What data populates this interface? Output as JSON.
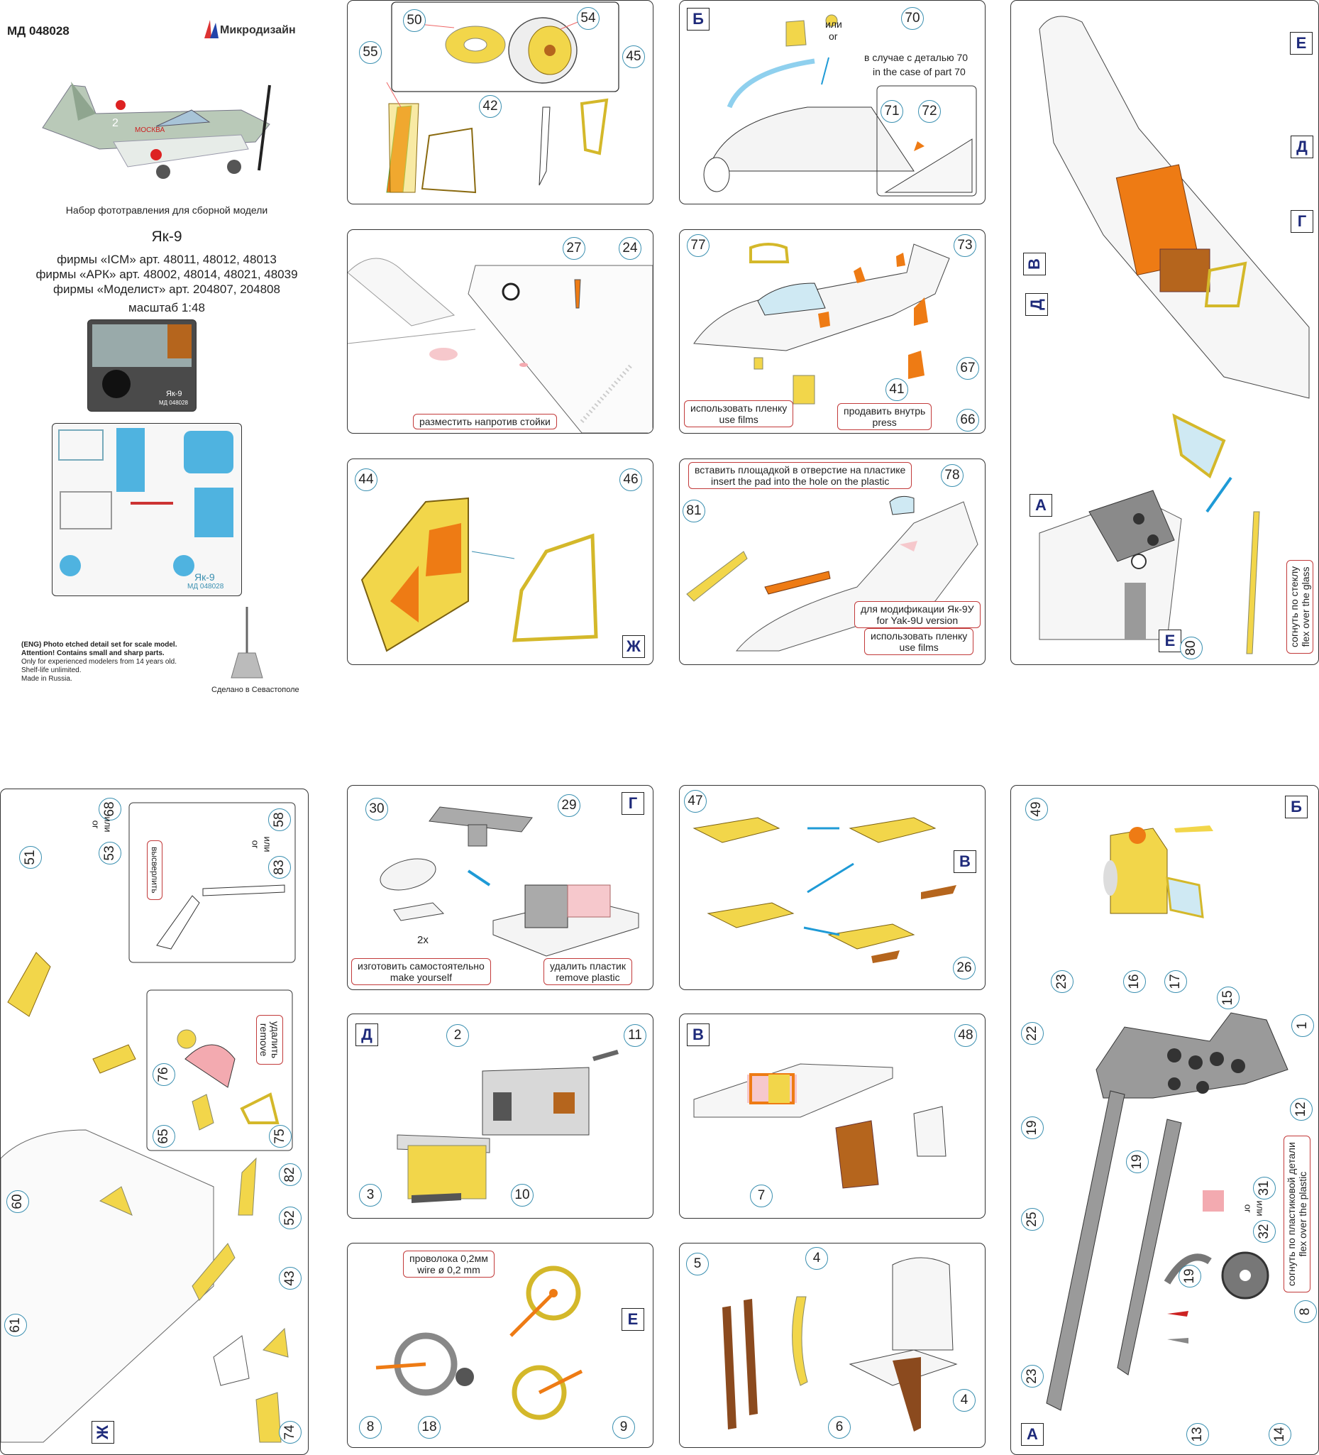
{
  "header": {
    "code": "МД 048028",
    "brand": "Микродизайн",
    "subtitle": "Набор фототравления для сборной модели",
    "model": "Як-9",
    "line1": "фирмы «ICM» арт. 48011, 48012, 48013",
    "line2": "фирмы «АРК» арт. 48002, 48014, 48021, 48039",
    "line3": "фирмы «Моделист» арт. 204807, 204808",
    "scale": "масштаб 1:48",
    "sheet_small_label": "Як-9",
    "sheet_small_code": "МД 048028",
    "sheet_big_label": "Як-9",
    "sheet_big_code": "МД 048028",
    "plane_marking": "МОСКВА",
    "plane_number": "2",
    "made_in": "Сделано в Севастополе"
  },
  "eng_notice": {
    "l1": "(ENG) Photo etched detail set for scale model.",
    "l2": "Attention! Contains small and sharp parts.",
    "l3": "Only for experienced modelers from 14 years old.",
    "l4": "Shelf-life unlimited.",
    "l5": "Made in Russia."
  },
  "panels": {
    "p1": {
      "n50": "50",
      "n54": "54",
      "n55": "55",
      "n42": "42",
      "n45": "45"
    },
    "p2": {
      "letter": "Б",
      "or_ru": "или",
      "or_en": "or",
      "n70": "70",
      "case_ru": "в случае с деталью 70",
      "case_en": "in the case of part 70",
      "n71": "71",
      "n72": "72"
    },
    "p3": {
      "n27": "27",
      "n24": "24",
      "note": "разместить напротив стойки"
    },
    "p4": {
      "n77": "77",
      "n73": "73",
      "n67": "67",
      "n41": "41",
      "n66": "66",
      "film_ru": "использовать пленку",
      "film_en": "use films",
      "press_ru": "продавить внутрь",
      "press_en": "press"
    },
    "p5": {
      "n44": "44",
      "n46": "46",
      "letter": "Ж"
    },
    "p6": {
      "insert_ru": "вставить площадкой в отверстие на пластике",
      "insert_en": "insert the pad into the hole on the plastic",
      "n78": "78",
      "n81": "81",
      "mod_ru": "для модификации Як-9У",
      "mod_en": "for Yak-9U version",
      "film_ru": "использовать пленку",
      "film_en": "use films"
    },
    "p7": {
      "E1": "Е",
      "D1": "Д",
      "G": "Г",
      "V": "В",
      "D2": "Д",
      "A": "А",
      "E2": "Е",
      "n80": "80",
      "bend_ru": "согнуть по стеклу",
      "bend_en": "flex over the glass"
    },
    "p8": {
      "n68": "68",
      "or1_ru": "или",
      "or1_en": "or",
      "n53": "53",
      "n51": "51",
      "n58": "58",
      "or2_ru": "или",
      "or2_en": "or",
      "n83": "83",
      "drill": "высверлить",
      "n76": "76",
      "remove_ru": "удалить",
      "remove_en": "remove",
      "n65": "65",
      "n75": "75",
      "n82": "82",
      "n52": "52",
      "n60": "60",
      "n43": "43",
      "n61": "61",
      "n74": "74",
      "letter": "Ж"
    },
    "p9": {
      "n30": "30",
      "n29": "29",
      "letter": "Г",
      "twox": "2x",
      "make_ru": "изготовить самостоятельно",
      "make_en": "make yourself",
      "remove_ru": "удалить пластик",
      "remove_en": "remove plastic"
    },
    "p10": {
      "n47": "47",
      "letter": "В",
      "n26": "26"
    },
    "p11": {
      "n49": "49",
      "letter": "Б",
      "n23a": "23",
      "n16": "16",
      "n17": "17",
      "n15": "15",
      "n1": "1",
      "n22": "22",
      "n12": "12",
      "n19a": "19",
      "n19b": "19",
      "n25": "25",
      "n31": "31",
      "or_ru": "или",
      "or_en": "or",
      "n32": "32",
      "bend_ru": "согнуть по пластиковой детали",
      "bend_en": "flex over the plastic",
      "n19c": "19",
      "n8": "8",
      "n23b": "23",
      "A": "А",
      "n13": "13",
      "n14": "14"
    },
    "p12": {
      "letter": "Д",
      "n2": "2",
      "n11": "11",
      "n3": "3",
      "n10": "10"
    },
    "p13": {
      "letter": "В",
      "n48": "48",
      "n7": "7"
    },
    "p14": {
      "wire_ru": "проволока 0,2мм",
      "wire_en": "wire ø 0,2 mm",
      "letter": "Е",
      "n8": "8",
      "n18": "18",
      "n9": "9"
    },
    "p15": {
      "n5": "5",
      "n4a": "4",
      "n6": "6",
      "n4b": "4"
    }
  },
  "colors": {
    "brass": "#f2d64a",
    "orange": "#ee7b14",
    "copper": "#b5651d",
    "grey": "#9a9a9a",
    "lightblue": "#bfe3ee",
    "pink": "#f3aab0",
    "arrow": "#1e9ad6"
  }
}
